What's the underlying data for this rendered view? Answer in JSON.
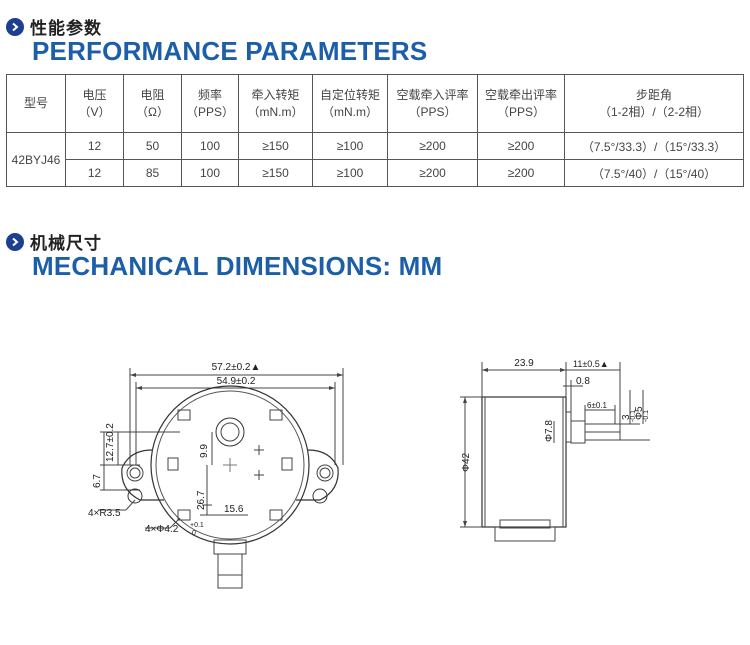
{
  "performance": {
    "title_cn": "性能参数",
    "title_en": "PERFORMANCE PARAMETERS",
    "headers": [
      {
        "line1": "型号",
        "line2": ""
      },
      {
        "line1": "电压",
        "line2": "（V）"
      },
      {
        "line1": "电阻",
        "line2": "（Ω）"
      },
      {
        "line1": "频率",
        "line2": "（PPS）"
      },
      {
        "line1": "牵入转矩",
        "line2": "（mN.m）"
      },
      {
        "line1": "自定位转矩",
        "line2": "（mN.m）"
      },
      {
        "line1": "空载牵入评率",
        "line2": "（PPS）"
      },
      {
        "line1": "空载牵出评率",
        "line2": "（PPS）"
      },
      {
        "line1": "步距角",
        "line2": "（1-2相）/（2-2相）"
      }
    ],
    "model": "42BYJ46",
    "rows": [
      [
        "12",
        "50",
        "100",
        "≥150",
        "≥100",
        "≥200",
        "≥200",
        "（7.5°/33.3）/（15°/33.3）"
      ],
      [
        "12",
        "85",
        "100",
        "≥150",
        "≥100",
        "≥200",
        "≥200",
        "（7.5°/40）/（15°/40）"
      ]
    ]
  },
  "mechanical": {
    "title_cn": "机械尺寸",
    "title_en": "MECHANICAL DIMENSIONS: MM",
    "front": {
      "width_total": "57.2±0.2▲",
      "width_holes": "54.9±0.2",
      "h_12_7": "12.7±0.2",
      "h_6_7": "6.7",
      "d_9_9": "9.9",
      "d_26_7": "26.7",
      "d_15_6": "15.6",
      "radius": "4×R3.5",
      "holes": "4×Φ4.2",
      "holes_tol": "+0.1",
      "holes_tol2": "0"
    },
    "side": {
      "d_23_9": "23.9",
      "d_11": "11±0.5▲",
      "d_0_8": "0.8",
      "d_6": "6±0.1",
      "d_3": "3",
      "d_3_tol": "-0.1",
      "d_5": "Φ5",
      "d_5_tol": "-0.1",
      "d_7_8": "Φ7.8",
      "d_42": "Φ42"
    }
  }
}
